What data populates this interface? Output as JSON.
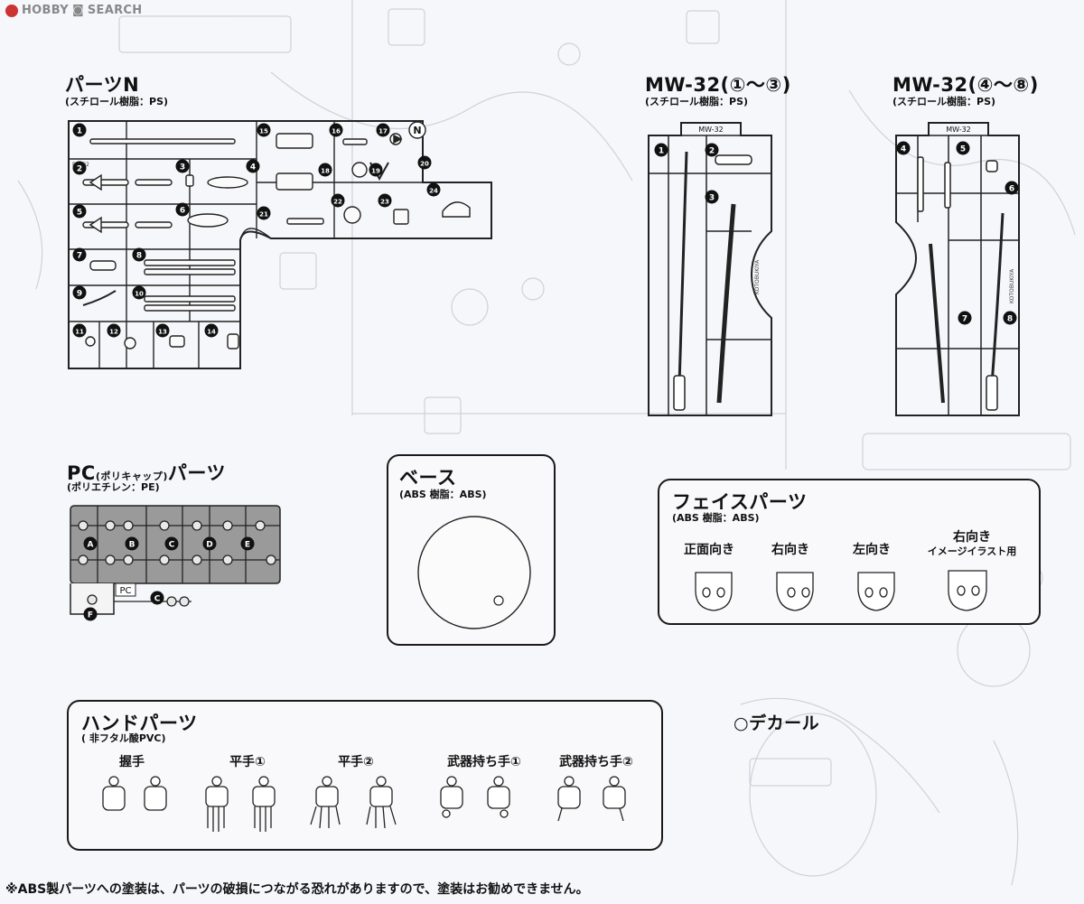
{
  "watermark": {
    "brand": "HOBBY",
    "name": "SEARCH"
  },
  "runner_n": {
    "title": "パーツN",
    "material": "(スチロール樹脂：PS)",
    "tag": "N",
    "numbers": [
      "1",
      "2",
      "3",
      "4",
      "5",
      "6",
      "7",
      "8",
      "9",
      "10",
      "11",
      "12",
      "13",
      "14",
      "15",
      "16",
      "17",
      "18",
      "19",
      "20",
      "21",
      "22",
      "23",
      "24"
    ]
  },
  "runner_mw1": {
    "title": "MW-32(①～③)",
    "material": "(スチロール樹脂：PS)",
    "tag": "MW-32",
    "numbers": [
      "1",
      "2",
      "3"
    ]
  },
  "runner_mw2": {
    "title": "MW-32(④～⑧)",
    "material": "(スチロール樹脂：PS)",
    "tag": "MW-32",
    "numbers": [
      "4",
      "5",
      "6",
      "7",
      "8"
    ]
  },
  "runner_pc": {
    "title": "PC",
    "title_small": "(ポリキャップ)",
    "title_tail": "パーツ",
    "material": "(ポリエチレン：PE)",
    "tag": "PC",
    "letters": [
      "A",
      "B",
      "C",
      "D",
      "E",
      "C",
      "F"
    ]
  },
  "base": {
    "title": "ベース",
    "material": "(ABS 樹脂：ABS)"
  },
  "face": {
    "title": "フェイスパーツ",
    "material": "(ABS 樹脂：ABS)",
    "items": [
      "正面向き",
      "右向き",
      "左向き",
      "右向き"
    ],
    "item4_sub": "イメージイラスト用"
  },
  "decal": {
    "label": "○デカール"
  },
  "hand": {
    "title": "ハンドパーツ",
    "material": "( 非フタル酸PVC)",
    "items": [
      "握手",
      "平手①",
      "平手②",
      "武器持ち手①",
      "武器持ち手②"
    ]
  },
  "footer_note": "※ABS製パーツへの塗装は、パーツの破損につながる恐れがありますので、塗装はお勧めできません。"
}
